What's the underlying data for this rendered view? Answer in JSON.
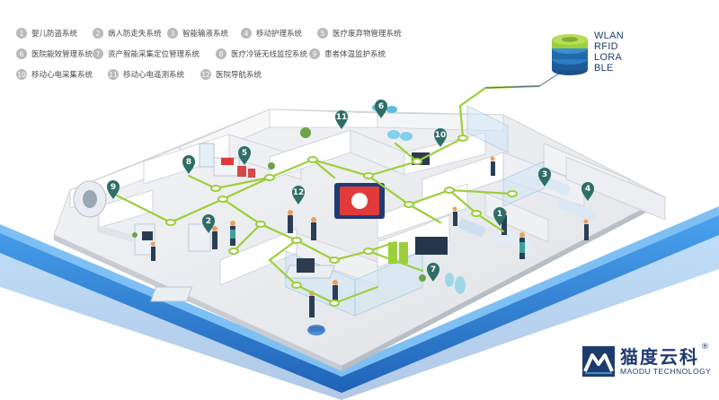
{
  "legend": {
    "items": [
      {
        "num": "1",
        "label": "婴儿防盗系统"
      },
      {
        "num": "2",
        "label": "病人防走失系统"
      },
      {
        "num": "3",
        "label": "智能输液系统"
      },
      {
        "num": "4",
        "label": "移动护理系统"
      },
      {
        "num": "5",
        "label": "医疗废弃物管理系统"
      },
      {
        "num": "6",
        "label": "医院能效管理系统"
      },
      {
        "num": "7",
        "label": "资产智能采集定位管理系统"
      },
      {
        "num": "8",
        "label": "医疗冷链无线监控系统"
      },
      {
        "num": "9",
        "label": "患者体温监护系统"
      },
      {
        "num": "10",
        "label": "移动心电采集系统"
      },
      {
        "num": "11",
        "label": "移动心电遥测系统"
      },
      {
        "num": "12",
        "label": "医院导航系统"
      }
    ]
  },
  "technologies": [
    "WLAN",
    "RFID",
    "LORA",
    "BLE"
  ],
  "map_pins": [
    "1",
    "2",
    "3",
    "4",
    "5",
    "6",
    "7",
    "8",
    "9",
    "10",
    "11",
    "12"
  ],
  "brand": {
    "name": "猫度云科",
    "subtitle": "MAODU TECHNOLOGY",
    "registered": "®"
  },
  "colors": {
    "accent_green": "#9ccf3a",
    "pin_teal": "#2e6e67",
    "floor_blue": "#2d7fd3",
    "brand_navy": "#1e3b6e",
    "legend_circle": "#b9b9b9"
  }
}
